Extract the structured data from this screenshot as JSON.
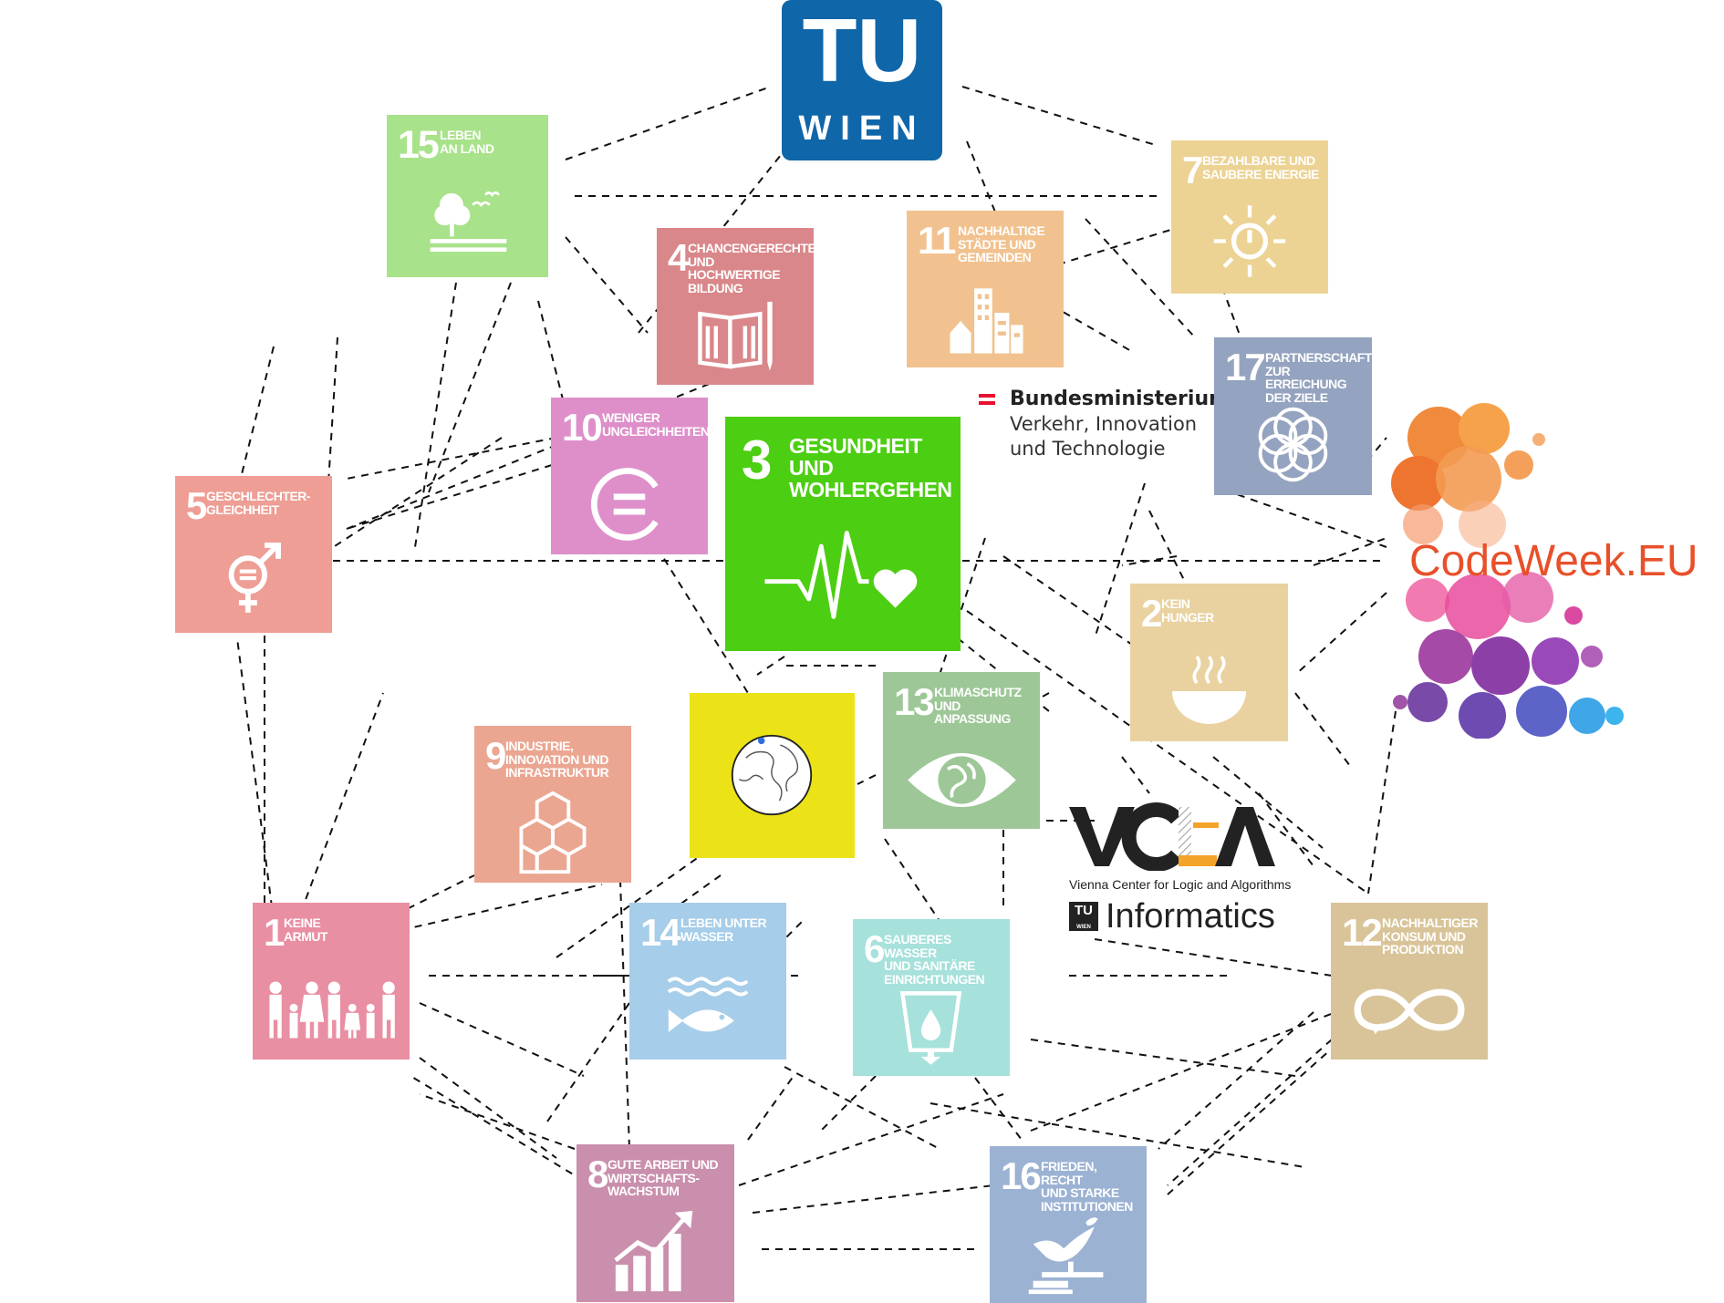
{
  "logos": {
    "tu_wien": {
      "main": "TU",
      "sub": "WIEN",
      "color": "#0f66a9"
    },
    "ministry": {
      "line1": "Bundesministerium",
      "line2": "Verkehr, Innovation",
      "line3": "und Technologie"
    },
    "vcla": {
      "name": "VCLA",
      "subtitle": "Vienna Center for Logic and Algorithms",
      "tu_mini": "TU",
      "tu_mini_sub": "WIEN",
      "informatics": "Informatics"
    },
    "codeweek": {
      "text": "CodeWeek.EU"
    }
  },
  "goals": [
    {
      "id": "g15",
      "number": "15",
      "label": "LEBEN\nAN LAND",
      "color": "#a8e28a",
      "icon": "tree-birds-icon"
    },
    {
      "id": "g4",
      "number": "4",
      "label": "CHANCENGERECHTE\nUND HOCHWERTIGE\nBILDUNG",
      "color": "#d9878a",
      "icon": "book-pencil-icon"
    },
    {
      "id": "g11",
      "number": "11",
      "label": "NACHHALTIGE\nSTÄDTE UND\nGEMEINDEN",
      "color": "#f1c28f",
      "icon": "city-buildings-icon"
    },
    {
      "id": "g7",
      "number": "7",
      "label": "BEZAHLBARE UND\nSAUBERE ENERGIE",
      "color": "#ecd394",
      "icon": "sun-power-icon"
    },
    {
      "id": "g17",
      "number": "17",
      "label": "PARTNERSCHAFT\nZUR ERREICHUNG\nDER ZIELE",
      "color": "#94a3bf",
      "icon": "flower-rings-icon"
    },
    {
      "id": "g10",
      "number": "10",
      "label": "WENIGER\nUNGLEICHHEITEN",
      "color": "#de8fca",
      "icon": "equality-circle-icon"
    },
    {
      "id": "g3",
      "number": "3",
      "label": "GESUNDHEIT UND\nWOHLERGEHEN",
      "color": "#4cce12",
      "icon": "heartbeat-icon"
    },
    {
      "id": "g5",
      "number": "5",
      "label": "GESCHLECHTER-\nGLEICHHEIT",
      "color": "#ee9e95",
      "icon": "gender-equality-icon"
    },
    {
      "id": "g2",
      "number": "2",
      "label": "KEIN\nHUNGER",
      "color": "#e9d2a0",
      "icon": "bowl-icon"
    },
    {
      "id": "g9",
      "number": "9",
      "label": "INDUSTRIE,\nINNOVATION UND\nINFRASTRUKTUR",
      "color": "#eba691",
      "icon": "cubes-icon"
    },
    {
      "id": "g13",
      "number": "13",
      "label": "KLIMASCHUTZ\nUND ANPASSUNG",
      "color": "#9dc797",
      "icon": "eye-globe-icon"
    },
    {
      "id": "gworld",
      "number": "",
      "label": "",
      "color": "#ebe318",
      "icon": "globe-icon"
    },
    {
      "id": "g1",
      "number": "1",
      "label": "KEINE\nARMUT",
      "color": "#e98fa3",
      "icon": "family-icon"
    },
    {
      "id": "g14",
      "number": "14",
      "label": "LEBEN UNTER\nWASSER",
      "color": "#a6cde9",
      "icon": "fish-waves-icon"
    },
    {
      "id": "g6",
      "number": "6",
      "label": "SAUBERES WASSER\nUND SANITÄRE\nEINRICHTUNGEN",
      "color": "#a6e1db",
      "icon": "water-glass-icon"
    },
    {
      "id": "g12",
      "number": "12",
      "label": "NACHHALTIGER\nKONSUM UND\nPRODUKTION",
      "color": "#d9c49a",
      "icon": "infinity-icon"
    },
    {
      "id": "g8",
      "number": "8",
      "label": "GUTE ARBEIT UND\nWIRTSCHAFTS-\nWACHSTUM",
      "color": "#c98fac",
      "icon": "growth-chart-icon"
    },
    {
      "id": "g16",
      "number": "16",
      "label": "FRIEDEN, RECHT\nUND STARKE\nINSTITUTIONEN",
      "color": "#9bb2d3",
      "icon": "dove-gavel-icon"
    }
  ]
}
